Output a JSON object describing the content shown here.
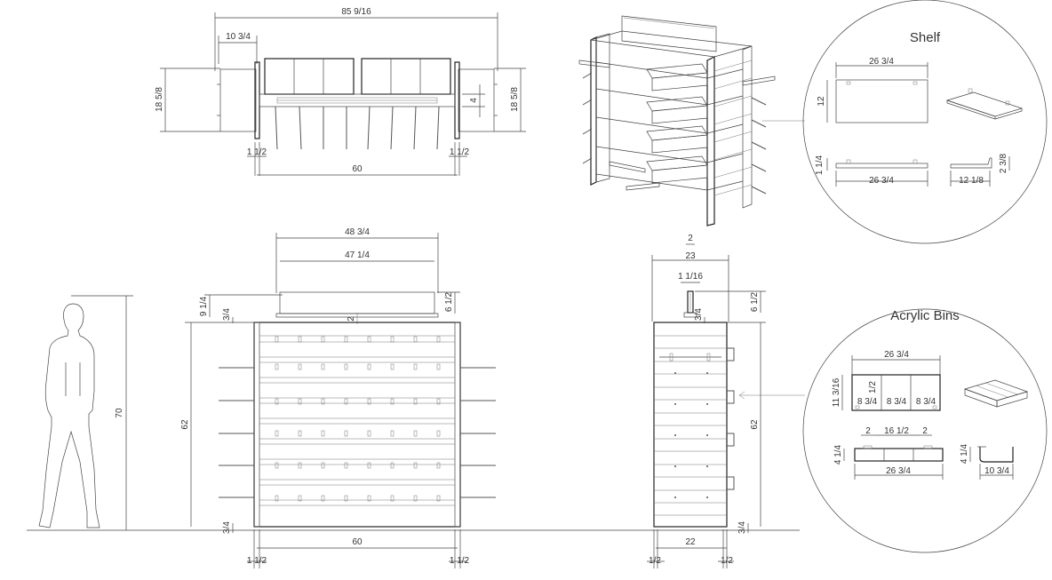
{
  "details": {
    "shelf_title": "Shelf",
    "bins_title": "Acrylic Bins"
  },
  "top_view": {
    "overall": "85 9/16",
    "bin_width": "10 3/4",
    "depth_left": "18 5/8",
    "depth_right": "18 5/8",
    "tray": "4",
    "post_left": "1 1/2",
    "post_right": "1 1/2",
    "inner_width": "60"
  },
  "front_view": {
    "header_outer": "48 3/4",
    "header_inner": "47 1/4",
    "header_height": "9 1/4",
    "header_panel": "6 1/2",
    "top_gap": "3/4",
    "center_mark": "2",
    "height": "62",
    "base": "3/4",
    "width": "60",
    "post_left": "1 1/2",
    "post_right": "1 1/2"
  },
  "person": {
    "height": "70"
  },
  "side_view": {
    "post": "2",
    "depth": "23",
    "header_thickness": "1 1/16",
    "top_gap": "3/4",
    "header_panel": "6 1/2",
    "height": "62",
    "base": "3/4",
    "width": "22",
    "post_left": "1/2",
    "post_right": "1/2"
  },
  "shelf_detail": {
    "width": "26 3/4",
    "depth": "12",
    "thickness": "1 1/4",
    "bottom_width": "26 3/4",
    "side_depth": "12 1/8",
    "lip": "2 3/8"
  },
  "bins_detail": {
    "overall": "26 3/4",
    "depth": "11 3/16",
    "cell_1": "8 3/4",
    "cell_2": "8 3/4",
    "cell_3": "8 3/4",
    "inner_mark": "1/2",
    "height": "4 1/4",
    "gap_left": "2",
    "middle": "16 1/2",
    "gap_right": "2",
    "bottom_width": "26 3/4",
    "side_height": "4 1/4",
    "side_width": "10 3/4"
  }
}
